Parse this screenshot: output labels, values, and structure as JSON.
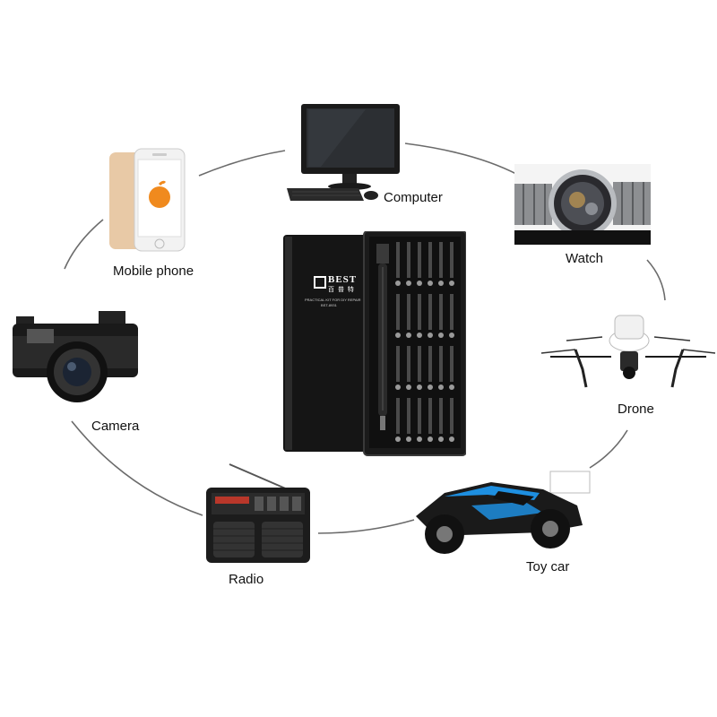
{
  "brand": {
    "logo_text": "BEST",
    "logo_subtext": "百 普 特",
    "product_line": "PRACTICAL KIT FOR DIY REPAIR",
    "model": "BST-8931"
  },
  "devices": [
    {
      "id": "computer",
      "label": "Computer",
      "icon": "computer-icon"
    },
    {
      "id": "watch",
      "label": "Watch",
      "icon": "watch-icon"
    },
    {
      "id": "drone",
      "label": "Drone",
      "icon": "drone-icon"
    },
    {
      "id": "toycar",
      "label": "Toy car",
      "icon": "toy-car-icon"
    },
    {
      "id": "radio",
      "label": "Radio",
      "icon": "radio-icon"
    },
    {
      "id": "camera",
      "label": "Camera",
      "icon": "camera-icon"
    },
    {
      "id": "mobile",
      "label": "Mobile phone",
      "icon": "mobile-phone-icon"
    }
  ],
  "colors": {
    "case_black": "#151515",
    "case_edge": "#3a3a3a",
    "connector_line": "#6b6b6b",
    "phone_gold": "#e8c9a6",
    "apple_orange": "#f08a1e",
    "car_blue": "#1e8fe0"
  }
}
